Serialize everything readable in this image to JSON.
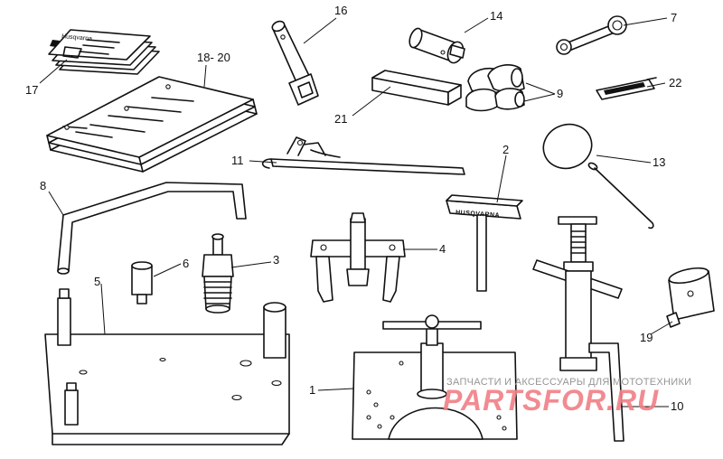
{
  "diagram": {
    "part_numbers": {
      "p1": "1",
      "p2": "2",
      "p3": "3",
      "p4": "4",
      "p5": "5",
      "p6": "6",
      "p7": "7",
      "p8": "8",
      "p9": "9",
      "p10": "10",
      "p11": "11",
      "p13": "13",
      "p14": "14",
      "p16": "16",
      "p17": "17",
      "p18_20": "18- 20",
      "p19": "19",
      "p21": "21",
      "p22": "22"
    },
    "tool_inscription": "HUSQVARNA",
    "manual_cover_text": "Husqvarna"
  },
  "watermark": {
    "caption": "ЗАПЧАСТИ И АКСЕССУАРЫ ДЛЯ МОТОТЕХНИКИ",
    "brand": "PARTSFOR.RU",
    "color": "#f07f86"
  }
}
